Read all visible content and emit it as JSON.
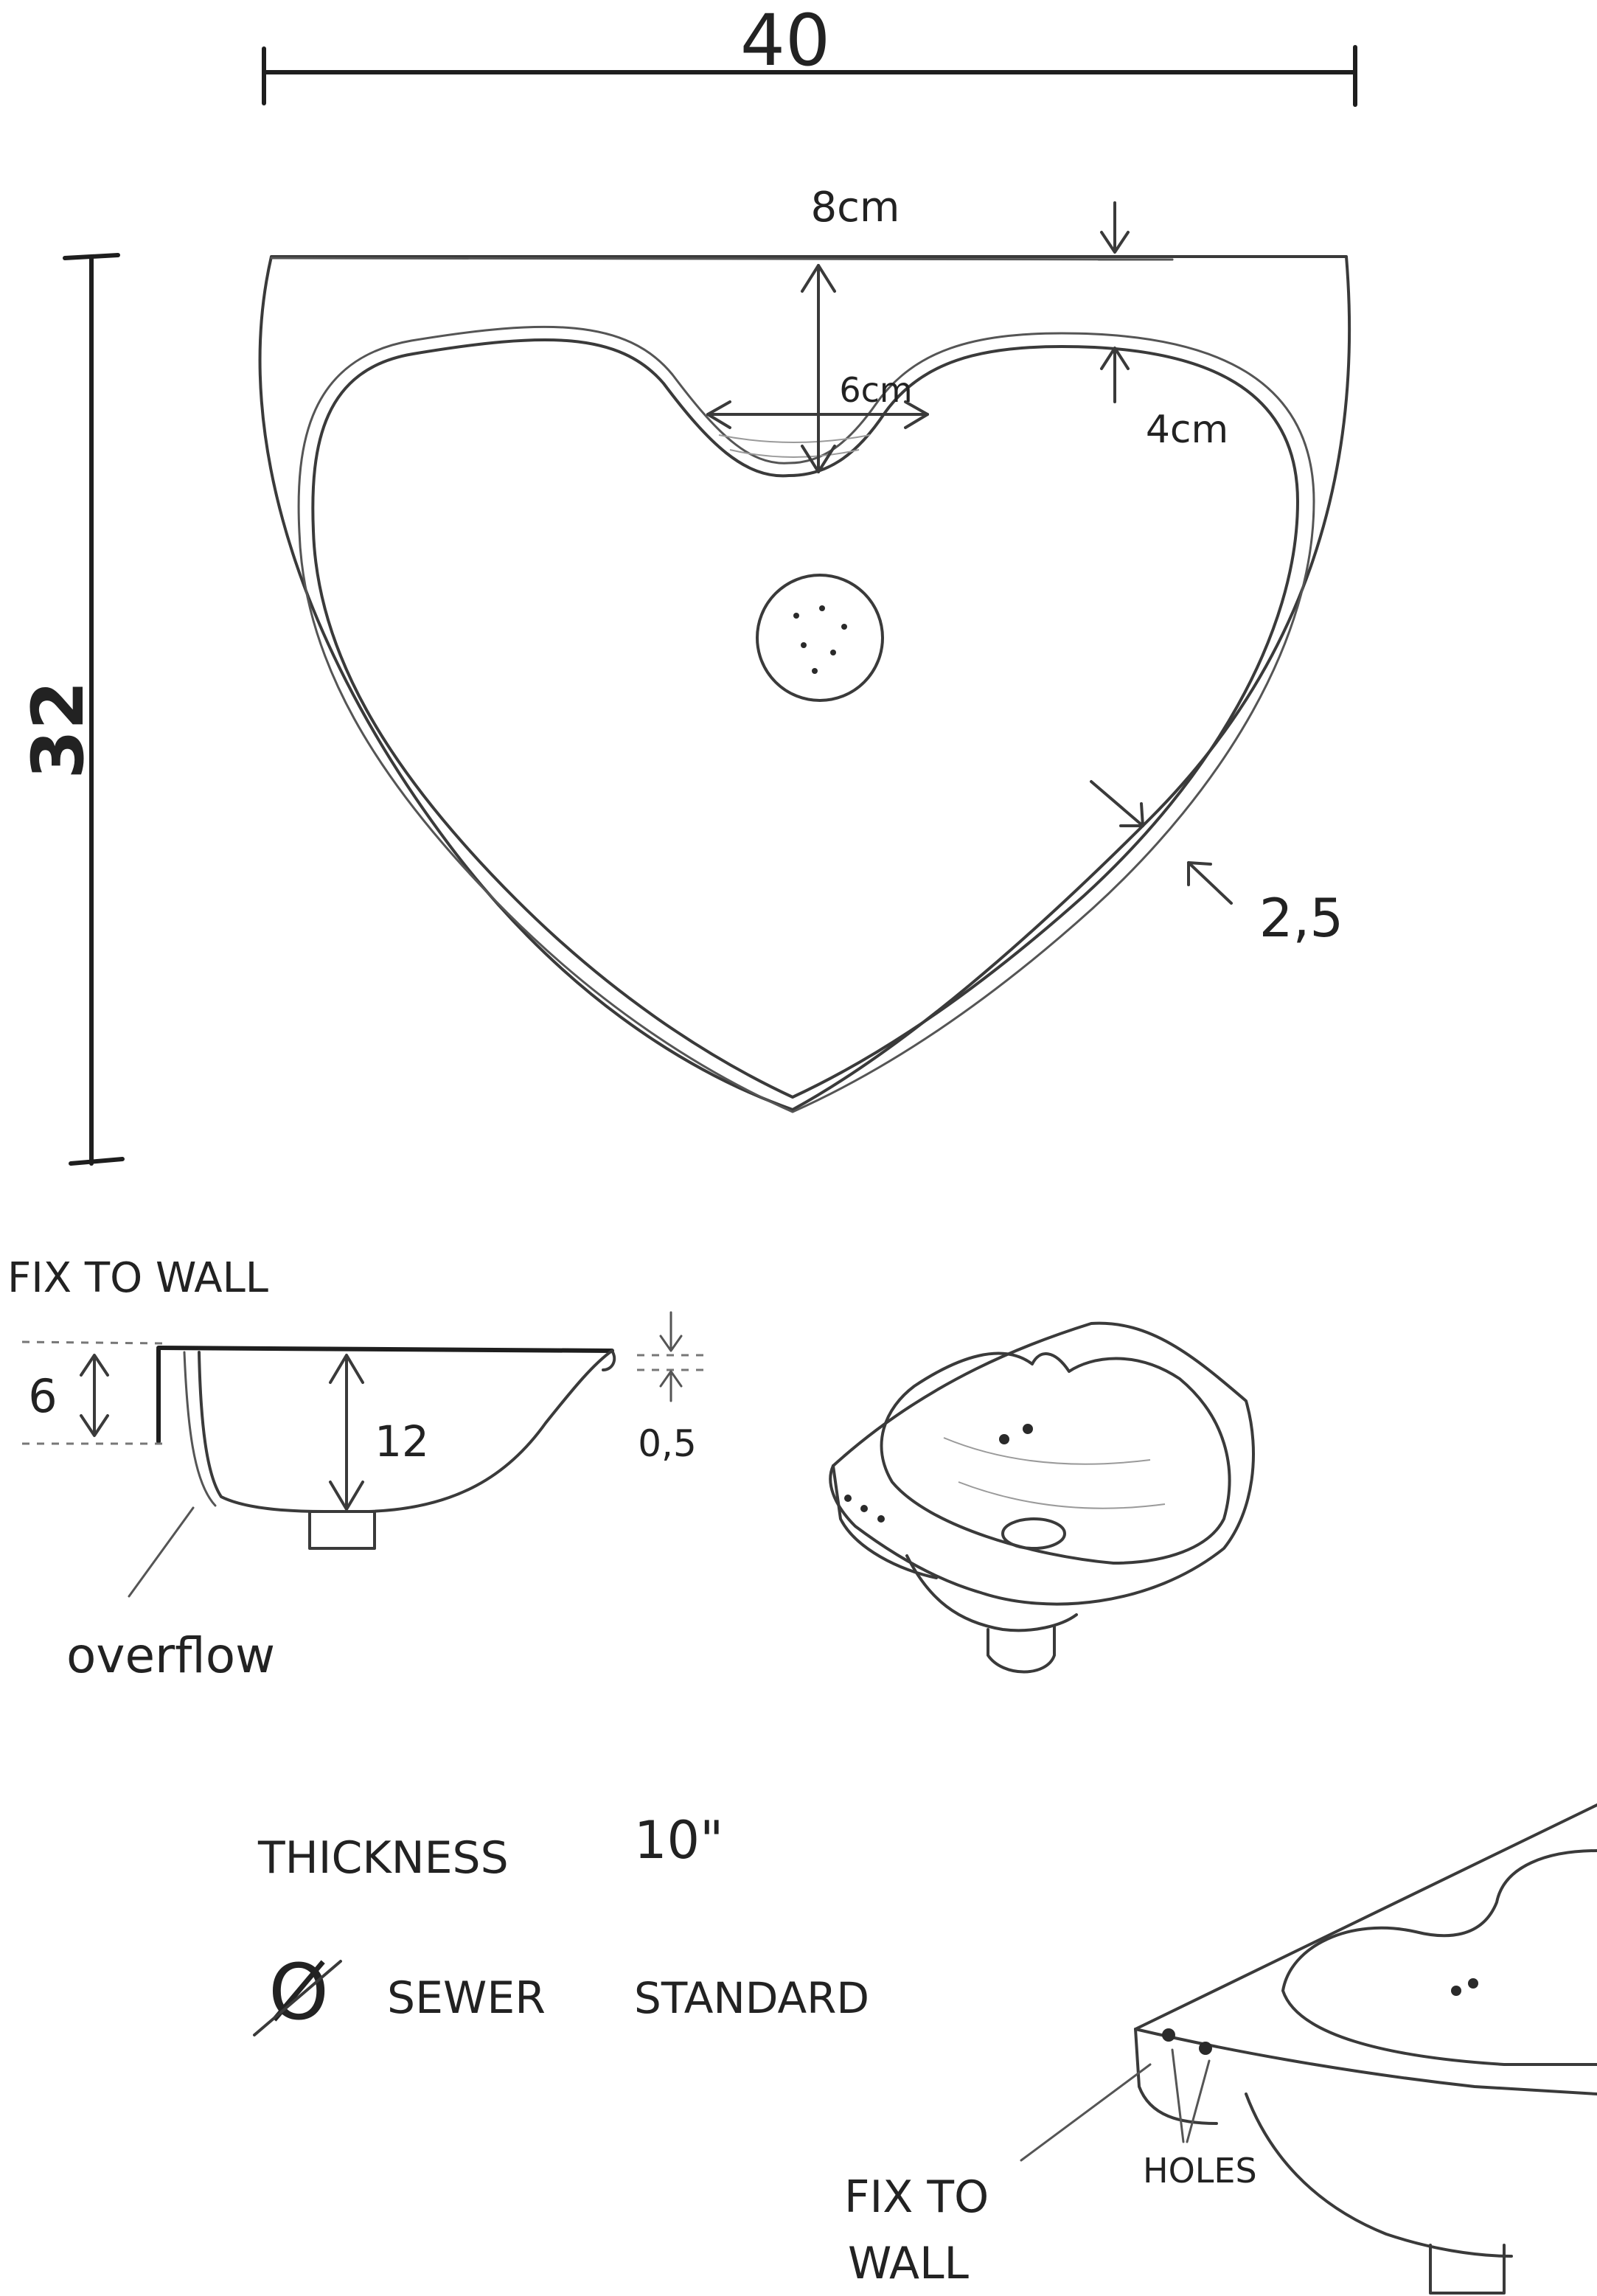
{
  "dimensions": {
    "width": "40",
    "height": "32",
    "top_gap": "8cm",
    "notch_width": "6cm",
    "rim_offset": "4cm",
    "rim_width": "2,5"
  },
  "side_view": {
    "title": "FIX TO WALL",
    "wall_depth": "6",
    "bowl_depth": "12",
    "rim_thickness": "0,5",
    "overflow_label": "overflow"
  },
  "specs": {
    "thickness_label": "THICKNESS",
    "thickness_value": "10\"",
    "diameter_symbol": "Ø",
    "sewer_label": "SEWER",
    "standard_label": "STANDARD"
  },
  "detail_view": {
    "fix_label_line1": "FIX TO",
    "fix_label_line2": "WALL",
    "holes_label": "HOLES"
  }
}
